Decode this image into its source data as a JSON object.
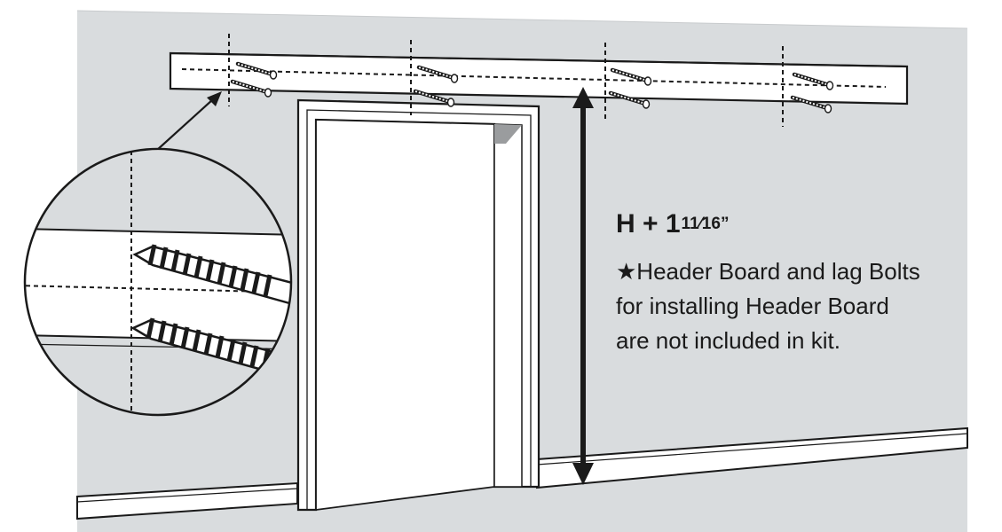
{
  "dimension": {
    "label_main": "H + 1",
    "label_fraction": "11⁄16”"
  },
  "note": {
    "lines": [
      "★Header Board and lag Bolts",
      "for installing Header Board",
      "are not included in kit."
    ]
  },
  "colors": {
    "wall": "#d9dcde",
    "line": "#1a1a1a",
    "opening": "#ffffff",
    "board": "#ffffff",
    "shadow": "#9a9c9e"
  }
}
